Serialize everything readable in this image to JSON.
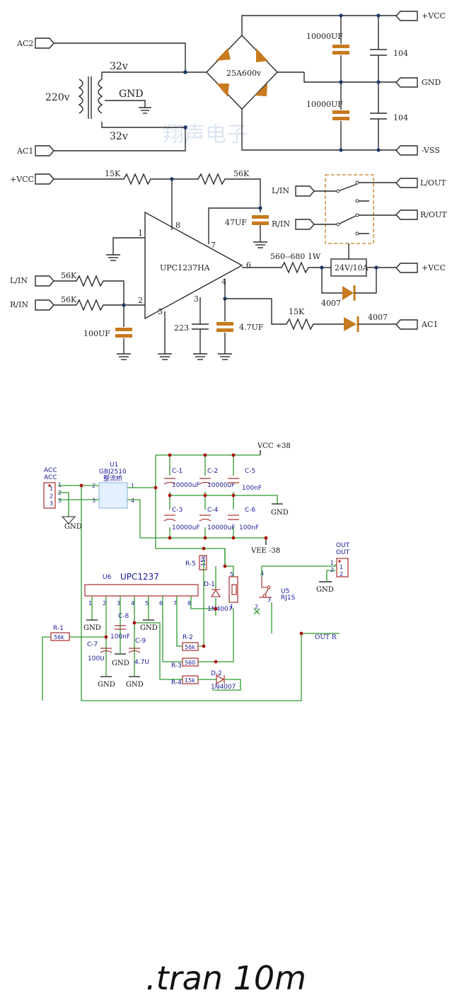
{
  "schematic_top": {
    "ports": {
      "ac2": "AC2",
      "ac1": "AC1",
      "vcc_in": "+VCC",
      "vcc_out": "+VCC",
      "gnd": "GND",
      "vss": "-VSS",
      "vcc_amp": "+VCC",
      "lin_in": "L/IN",
      "rin_in": "R/IN",
      "lin_sw": "L/IN",
      "rin_sw": "R/IN",
      "lout": "L/OUT",
      "rout": "R/OUT",
      "vcc_relay": "+VCC",
      "ac1_bot": "AC1"
    },
    "transformer": {
      "primary": "220v",
      "sec_top": "32v",
      "sec_bot": "32v",
      "center": "GND"
    },
    "bridge": "25A600v",
    "caps": {
      "c_top": "10000UF",
      "c_bot": "10000UF",
      "c_104a": "104",
      "c_104b": "104",
      "c_47": "47UF",
      "c_100": "100UF",
      "c_223": "223",
      "c_47b": "4.7UF"
    },
    "resistors": {
      "r_15k": "15K",
      "r_56k": "56K",
      "r_56k_l": "56K",
      "r_56k_r": "56K",
      "r_560": "560--680 1W",
      "r_15k_b": "15K"
    },
    "ic": {
      "name": "UPC1237HA",
      "pin1": "1",
      "pin2": "2",
      "pin6": "6",
      "pin7": "7",
      "pin8": "8",
      "pin4": "4",
      "pin3": "3",
      "pin5": "5"
    },
    "relay": "24V/10A",
    "diodes": {
      "d1": "4007",
      "d2": "4007"
    },
    "watermark": "翔声电子"
  },
  "schematic_bottom": {
    "vcc": "VCC +38",
    "vee": "VEE -38",
    "acc_title": "ACC",
    "acc_sub": "ACC",
    "u1": {
      "ref": "U1",
      "part": "GBJ2510",
      "desc": "整流桥"
    },
    "caps": [
      {
        "ref": "C-1",
        "val": "10000uF"
      },
      {
        "ref": "C-2",
        "val": "10000uF"
      },
      {
        "ref": "C-5",
        "val": "100nF"
      },
      {
        "ref": "C-3",
        "val": "10000uF"
      },
      {
        "ref": "C-4",
        "val": "10000uF"
      },
      {
        "ref": "C-6",
        "val": "100nF"
      },
      {
        "ref": "C-7",
        "val": "100U"
      },
      {
        "ref": "C-8",
        "val": "100nF"
      },
      {
        "ref": "C-9",
        "val": "4.7U"
      }
    ],
    "u6": {
      "ref": "U6",
      "part": "UPC1237"
    },
    "resistors": [
      {
        "ref": "R-5",
        "val": "15k"
      },
      {
        "ref": "R-1",
        "val": "56k"
      },
      {
        "ref": "R-2",
        "val": "56k"
      },
      {
        "ref": "R-3",
        "val": "560"
      },
      {
        "ref": "R-4",
        "val": "15k"
      }
    ],
    "diodes": [
      {
        "ref": "D-1",
        "part": "1N4007"
      },
      {
        "ref": "D-2",
        "part": "1N4007"
      }
    ],
    "u5": {
      "ref": "U5",
      "part": "RJ1S"
    },
    "out_title": "OUT",
    "out_sub": "OUT",
    "out_r": "OUT R",
    "gnd": "GND"
  },
  "caption": ".tran 10m"
}
